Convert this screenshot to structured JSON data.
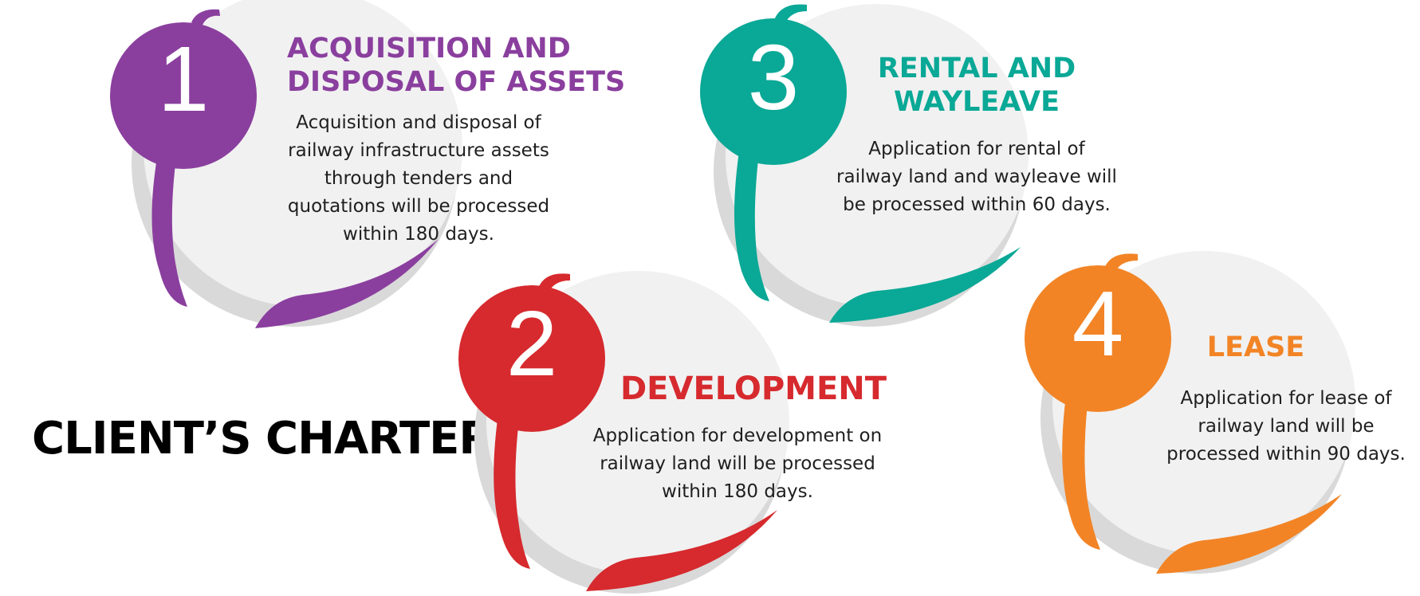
{
  "title": "CLIENT’S CHARTER",
  "colors": {
    "purple": "#8a3f9e",
    "red": "#d62a2e",
    "teal": "#0aa896",
    "orange": "#f28426",
    "disc": "#f1f1f1",
    "shadow": "#d9d9d9"
  },
  "items": [
    {
      "number": "1",
      "heading": [
        "ACQUISITION AND",
        "DISPOSAL OF ASSETS"
      ],
      "description": [
        "Acquisition and disposal of",
        "railway infrastructure assets",
        "through tenders and",
        "quotations will be processed",
        "within 180 days."
      ],
      "color": "#8a3f9e"
    },
    {
      "number": "2",
      "heading": [
        "DEVELOPMENT"
      ],
      "description": [
        "Application for development on",
        "railway land will be processed",
        "within 180 days."
      ],
      "color": "#d62a2e"
    },
    {
      "number": "3",
      "heading": [
        "RENTAL AND",
        "WAYLEAVE"
      ],
      "description": [
        "Application for rental of",
        "railway land and wayleave will",
        "be processed within 60 days."
      ],
      "color": "#0aa896"
    },
    {
      "number": "4",
      "heading": [
        "LEASE"
      ],
      "description": [
        "Application for lease of",
        "railway land will be",
        "processed within 90 days."
      ],
      "color": "#f28426"
    }
  ]
}
